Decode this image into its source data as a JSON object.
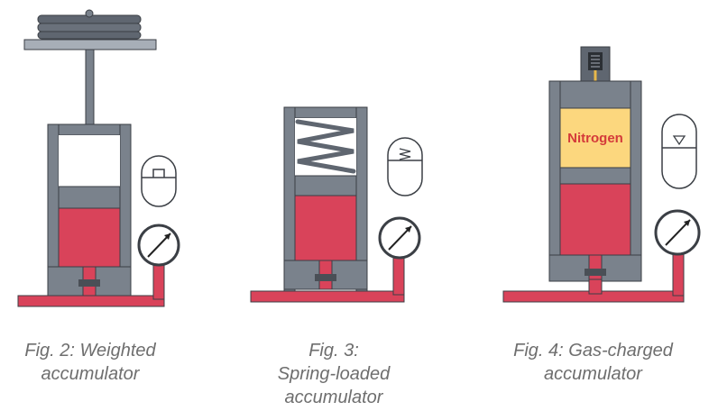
{
  "figures": [
    {
      "id": "weighted",
      "caption_lines": [
        "Fig. 2: Weighted",
        "accumulator"
      ]
    },
    {
      "id": "spring",
      "caption_lines": [
        "Fig. 3:",
        "Spring-loaded",
        "accumulator"
      ]
    },
    {
      "id": "gas",
      "caption_lines": [
        "Fig. 4: Gas-charged",
        "accumulator"
      ],
      "gas_label": "Nitrogen"
    }
  ],
  "colors": {
    "fluid": "#d9435a",
    "steel": "#7a828c",
    "steel_light": "#a7aeb7",
    "outline": "#3b3f45",
    "gas_chamber": "#fcd77e",
    "gas_label": "#d43a3a",
    "caption": "#6e6e6e"
  },
  "icons": [
    "weighted-accumulator-symbol",
    "spring-accumulator-symbol",
    "gas-accumulator-symbol",
    "pressure-gauge-icon"
  ]
}
